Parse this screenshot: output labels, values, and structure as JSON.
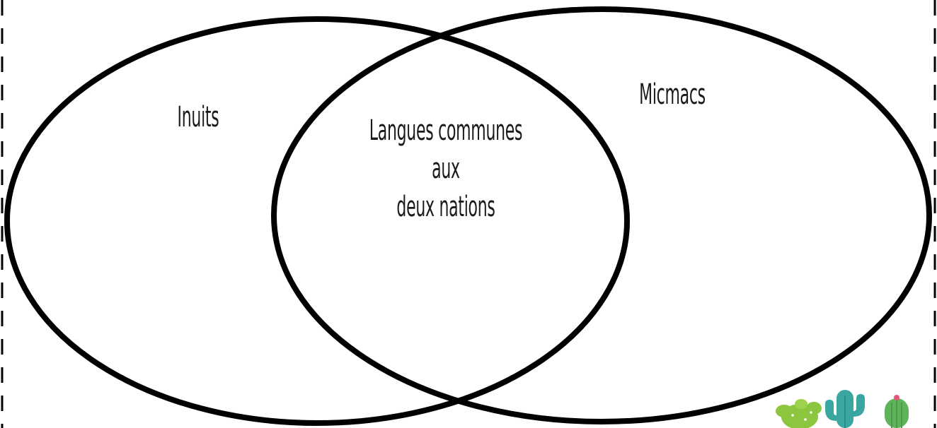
{
  "diagram": {
    "type": "venn",
    "sets": {
      "left": "Inuits",
      "right": "Micmacs"
    },
    "intersection": {
      "line1": "Langues communes aux",
      "line2": "deux nations"
    },
    "colors": {
      "stroke": "#000000",
      "background": "#ffffff",
      "dash": "#000000",
      "cactus_teal": "#3aa6a0",
      "cactus_green": "#8cc63f",
      "cactus_flower": "#e8557a"
    },
    "icons": [
      "cactus-icon",
      "cactus-icon",
      "cactus-icon"
    ]
  }
}
